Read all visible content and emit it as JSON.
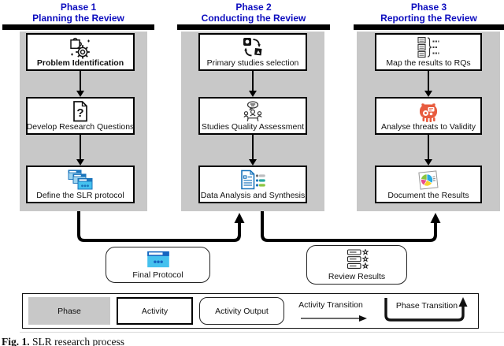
{
  "figure": {
    "label": "Fig. 1.",
    "title": "SLR research process"
  },
  "colors": {
    "phase_title": "#0d0dbf",
    "panel_gray": "#c8c8c8",
    "icon_blue_dark": "#1b75bc",
    "icon_blue_light": "#45c1ee",
    "threat_orange": "#e85c3f",
    "pie_blue": "#29abe2",
    "pie_yellow": "#f6d32d",
    "pie_pink": "#e84c8b",
    "pie_green": "#8bc53f"
  },
  "phases": [
    {
      "title_line1": "Phase 1",
      "title_line2": "Planning the Review",
      "activities": [
        {
          "label": "Problem Identification",
          "icon": "puzzle-gear-icon"
        },
        {
          "label": "Develop Research Questions",
          "icon": "question-document-icon"
        },
        {
          "label": "Define the SLR protocol",
          "icon": "protocol-windows-icon"
        }
      ]
    },
    {
      "title_line1": "Phase 2",
      "title_line2": "Conducting the Review",
      "activities": [
        {
          "label": "Primary studies selection",
          "icon": "studies-cycle-icon"
        },
        {
          "label": "Studies Quality Assessment",
          "icon": "team-discussion-icon"
        },
        {
          "label": "Data Analysis and Synthesis",
          "icon": "document-list-icon"
        }
      ]
    },
    {
      "title_line1": "Phase 3",
      "title_line2": "Reporting the Review",
      "activities": [
        {
          "label": "Map the results to RQs",
          "icon": "mapping-brace-icon"
        },
        {
          "label": "Analyse threats to Validity",
          "icon": "threat-monster-icon"
        },
        {
          "label": "Document the Results",
          "icon": "pie-report-icon"
        }
      ]
    }
  ],
  "outputs": [
    {
      "label": "Final Protocol",
      "icon": "protocol-window-icon"
    },
    {
      "label": "Review Results",
      "icon": "rated-list-icon"
    }
  ],
  "legend": {
    "phase_label": "Phase",
    "activity_label": "Activity",
    "activity_output_label": "Activity Output",
    "activity_transition_label": "Activity Transition",
    "phase_transition_label": "Phase Transition"
  }
}
